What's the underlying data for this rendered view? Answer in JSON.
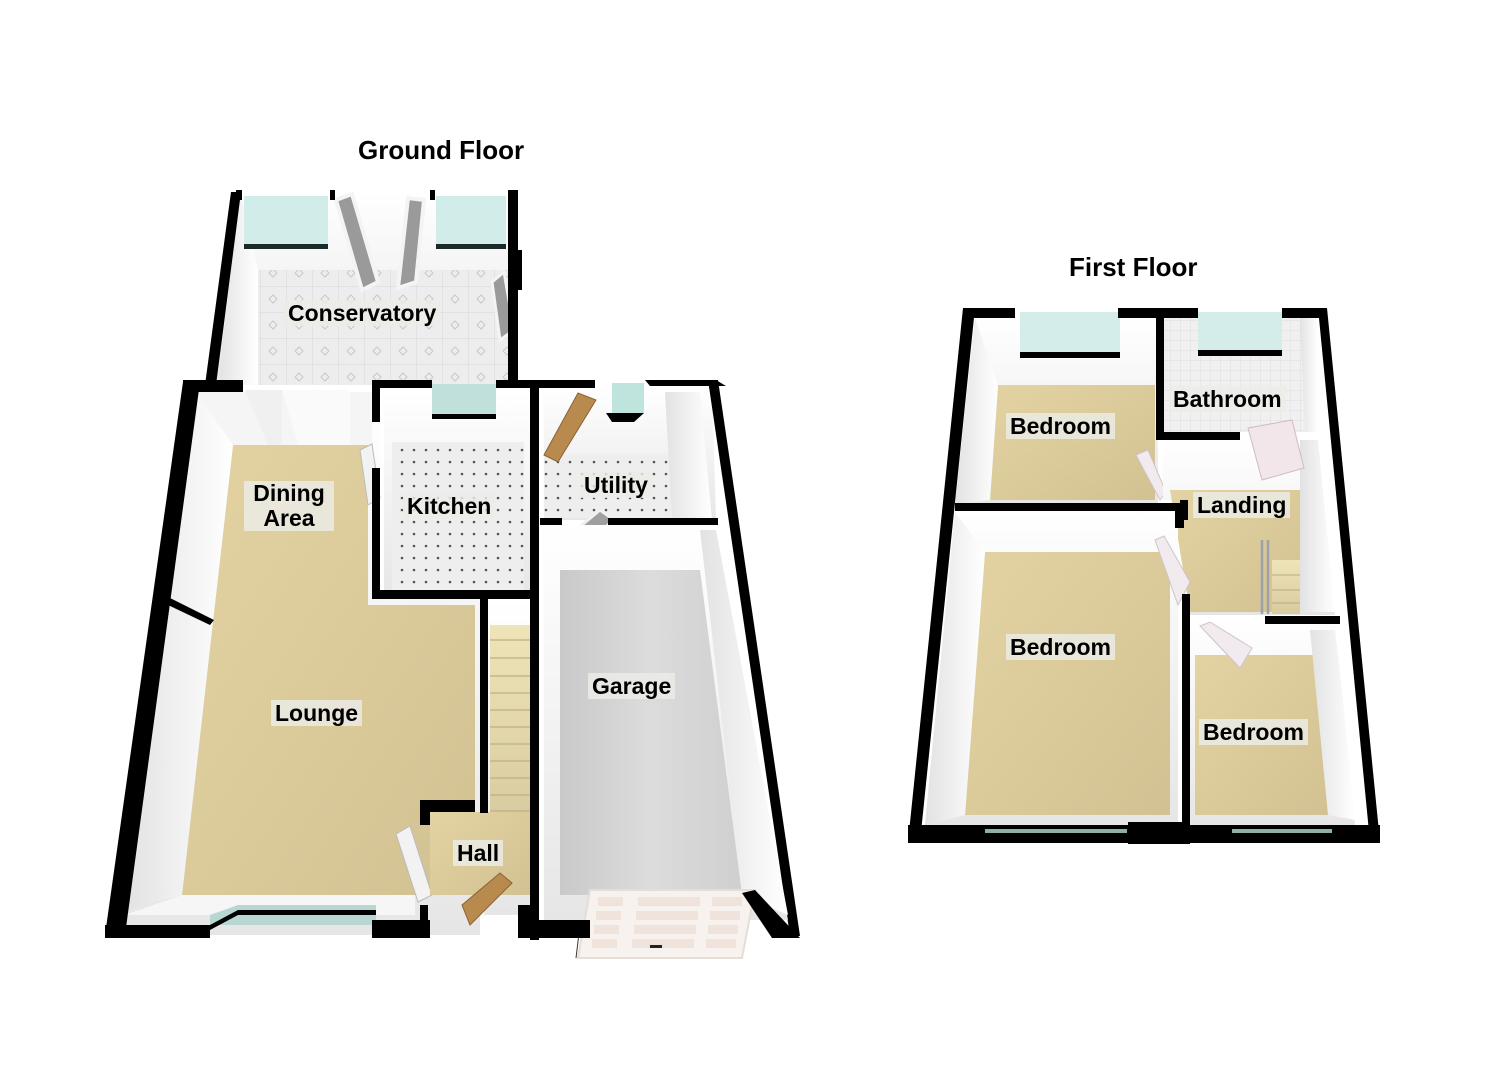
{
  "floors": [
    {
      "title": "Ground Floor",
      "rooms": [
        {
          "label": "Conservatory",
          "floor": "tile"
        },
        {
          "label": "Dining Area",
          "floor": "carpet"
        },
        {
          "label": "Kitchen",
          "floor": "dotted-tile"
        },
        {
          "label": "Utility",
          "floor": "dotted-tile"
        },
        {
          "label": "Lounge",
          "floor": "carpet"
        },
        {
          "label": "Hall",
          "floor": "carpet"
        },
        {
          "label": "Garage",
          "floor": "concrete"
        }
      ]
    },
    {
      "title": "First Floor",
      "rooms": [
        {
          "label": "Bedroom",
          "floor": "carpet"
        },
        {
          "label": "Bathroom",
          "floor": "tile"
        },
        {
          "label": "Landing",
          "floor": "carpet"
        },
        {
          "label": "Bedroom",
          "floor": "carpet"
        },
        {
          "label": "Bedroom",
          "floor": "carpet"
        }
      ]
    }
  ],
  "colors": {
    "wall": "#000000",
    "inner_wall": "#f4f4f4",
    "carpet": "#d9c89a",
    "tile": "#ececec",
    "concrete": "#d6d6d6",
    "window_glass": "#cfe9e6",
    "door_wood": "#b98a4e",
    "door_white": "#f2ecee",
    "stairs": "#e0d3a8"
  }
}
